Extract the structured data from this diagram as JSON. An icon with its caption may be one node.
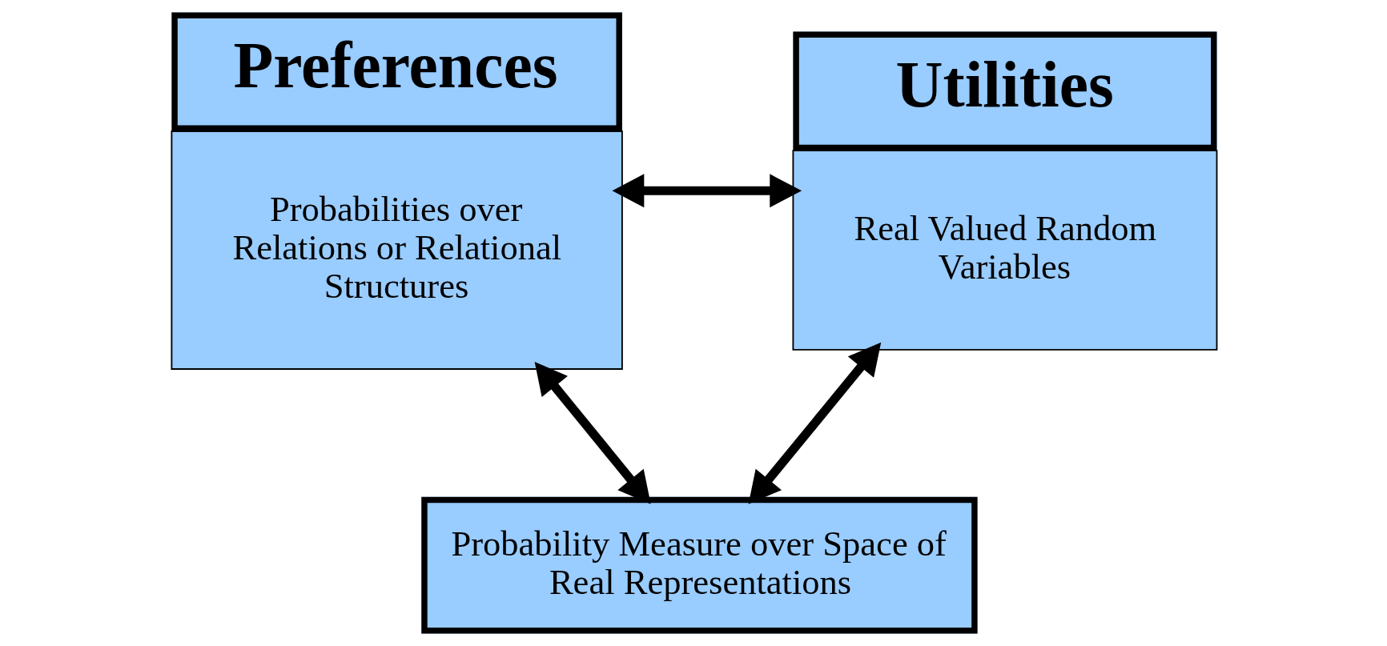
{
  "diagram": {
    "nodes": [
      {
        "text": [
          "Preferences",
          "Probabilities over Relations or Relational Structures"
        ]
      },
      {
        "text": [
          "Utilities",
          "Real Valued Random Variables"
        ]
      },
      {
        "text": [
          "Probability Measure over Space of Real Representations"
        ]
      }
    ],
    "edges": [
      {
        "from": 0,
        "to": 1,
        "arrow": "both"
      },
      {
        "from": 0,
        "to": 2,
        "arrow": "both"
      },
      {
        "from": 1,
        "to": 2,
        "arrow": "both"
      }
    ]
  }
}
